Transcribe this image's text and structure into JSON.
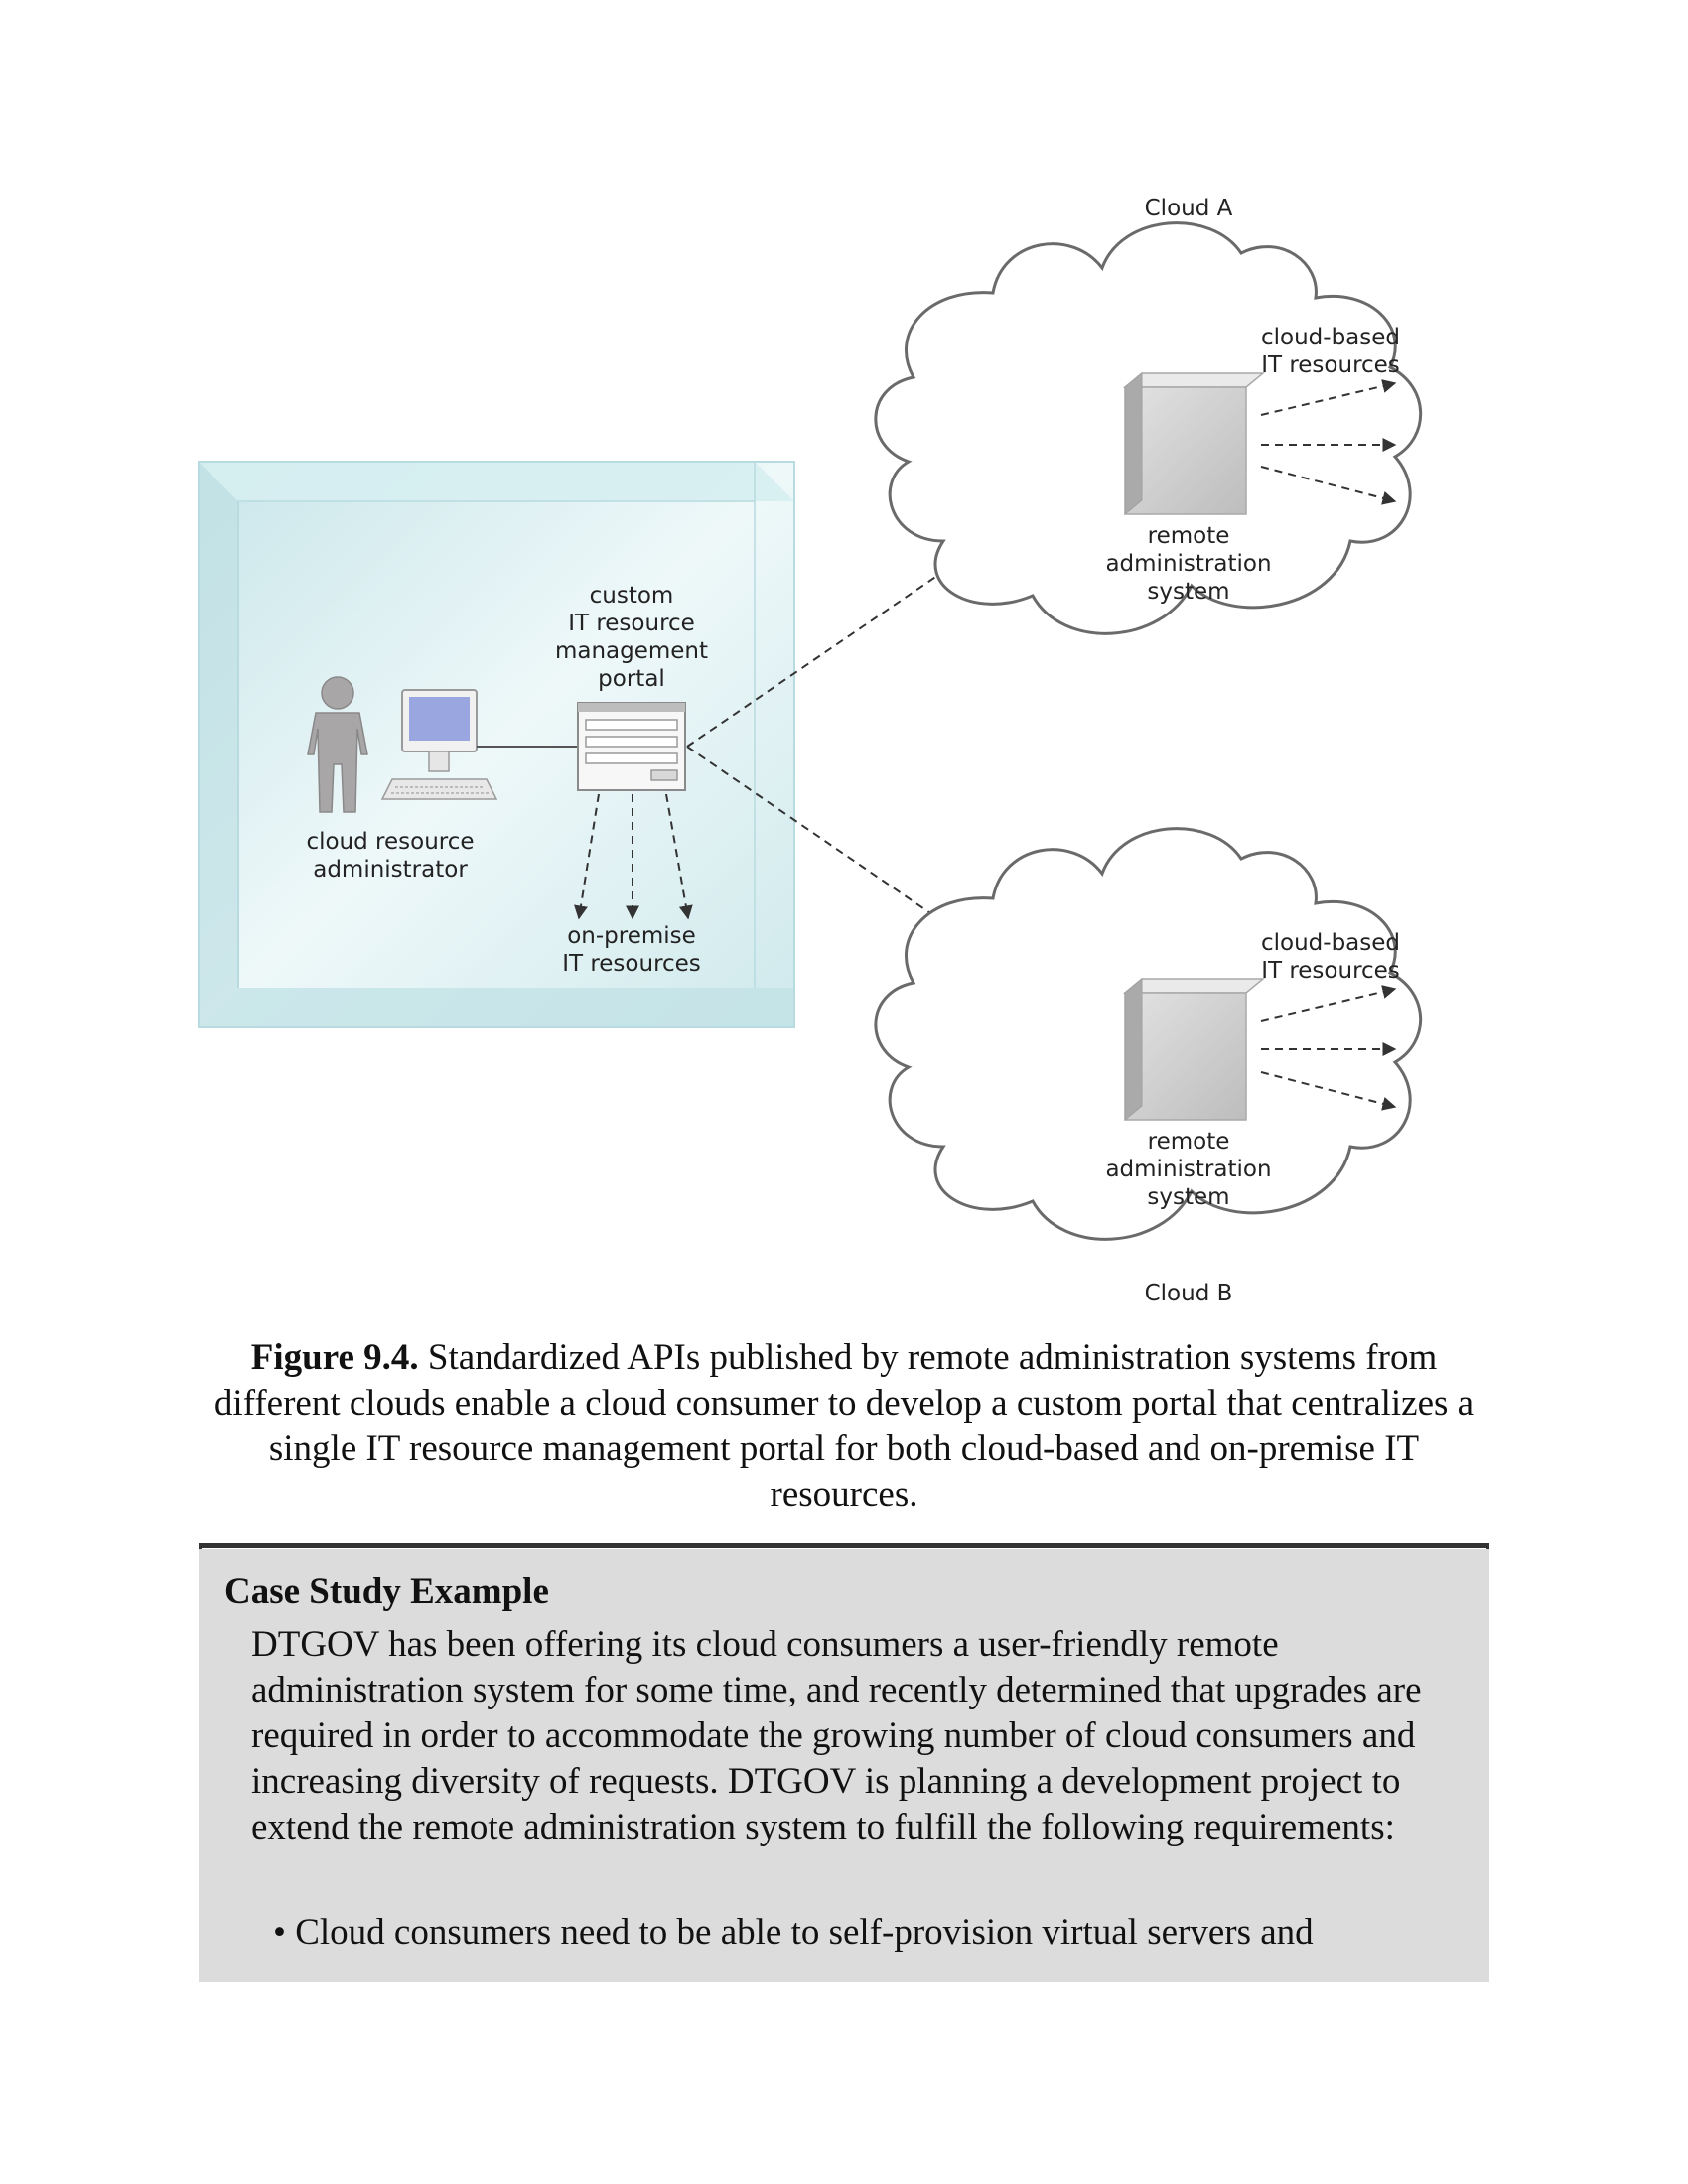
{
  "diagram": {
    "cloud_a_label": "Cloud A",
    "cloud_b_label": "Cloud B",
    "cloud_based_resources_line1": "cloud-based",
    "cloud_based_resources_line2": "IT resources",
    "remote_admin_line1": "remote",
    "remote_admin_line2": "administration",
    "remote_admin_line3": "system",
    "portal_line1": "custom",
    "portal_line2": "IT resource",
    "portal_line3": "management",
    "portal_line4": "portal",
    "admin_line1": "cloud resource",
    "admin_line2": "administrator",
    "onprem_line1": "on-premise",
    "onprem_line2": "IT resources",
    "colors": {
      "organization_box": "#d3ecef",
      "person": "#a8a6a6",
      "monitor_screen": "#9aa6e0",
      "server": "#c9c9c9",
      "cloud_outline": "#6a6a6a"
    }
  },
  "caption": {
    "label": "Figure 9.4.",
    "text": "Standardized APIs published by remote administration systems from different clouds enable a cloud consumer to develop a custom portal that centralizes a single IT resource management portal for both cloud-based and on-premise IT resources."
  },
  "case_study": {
    "title": "Case Study Example",
    "body": "DTGOV has been offering its cloud consumers a user-friendly remote administration system for some time, and recently determined that upgrades are required in order to accommodate the growing number of cloud consumers and increasing diversity of requests. DTGOV is planning a development project to extend the remote administration system to fulfill the following requirements:",
    "bullet": "• Cloud consumers need to be able to self-provision virtual servers and"
  }
}
